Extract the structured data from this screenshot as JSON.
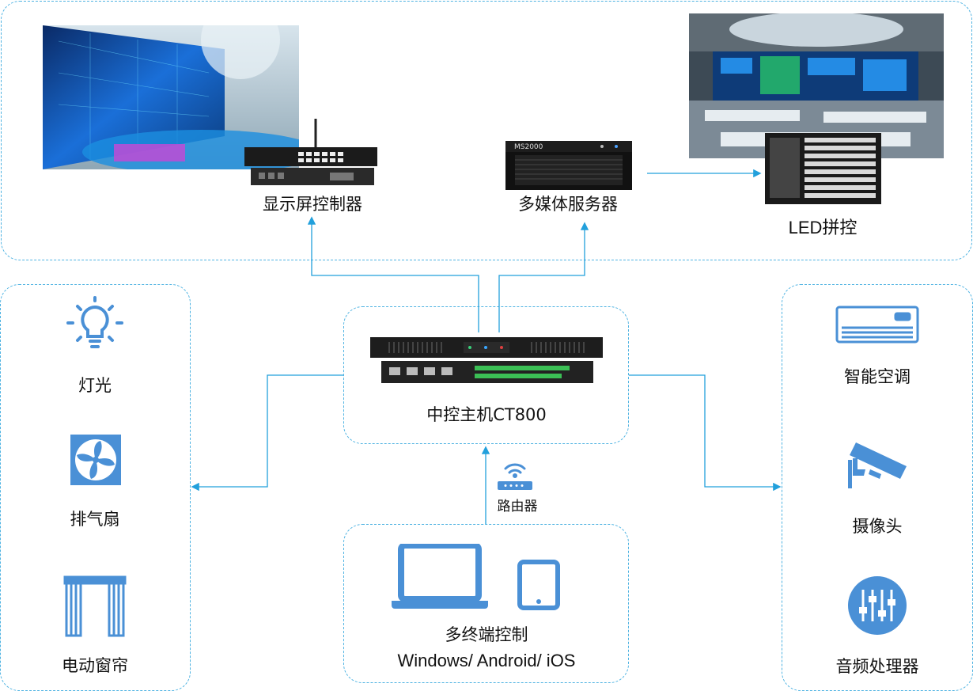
{
  "top": {
    "display_controller": "显示屏控制器",
    "media_server": "多媒体服务器",
    "media_server_badge": "MS2000",
    "led_splice": "LED拼控"
  },
  "left": {
    "lighting": "灯光",
    "exhaust_fan": "排气扇",
    "curtain": "电动窗帘"
  },
  "center": {
    "host": "中控主机CT800",
    "router": "路由器"
  },
  "right": {
    "ac": "智能空调",
    "camera": "摄像头",
    "audio": "音频处理器"
  },
  "bottom": {
    "multi_terminal": "多终端控制",
    "platforms": "Windows/ Android/ iOS"
  },
  "colors": {
    "accent": "#4a90d6",
    "line": "#22a0dc",
    "dashed_border": "#4fb3e2"
  }
}
